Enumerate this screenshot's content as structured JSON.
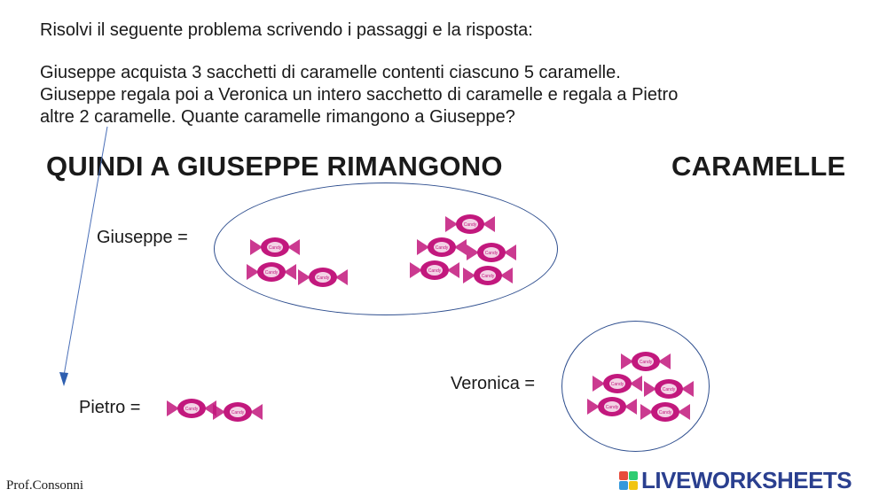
{
  "instruction": "Risolvi il seguente problema scrivendo i passaggi e la risposta:",
  "problem_text": "Giuseppe acquista 3 sacchetti di caramelle contenti ciascuno 5 caramelle.\nGiuseppe regala poi a Veronica un intero sacchetto di caramelle e regala a Pietro\naltre  2 caramelle. Quante caramelle rimangono a Giuseppe?",
  "answer": {
    "left": "QUINDI A GIUSEPPE RIMANGONO",
    "right": "CARAMELLE",
    "blank_value": ""
  },
  "labels": {
    "giuseppe": "Giuseppe  =",
    "veronica": "Veronica  =",
    "pietro": "Pietro ="
  },
  "candy_counts": {
    "giuseppe": 8,
    "veronica": 5,
    "pietro": 2
  },
  "footer": {
    "author": "Prof.Consonni",
    "logo_text": "LIVEWORKSHEETS"
  },
  "colors": {
    "candy": "#c2187d",
    "ellipse": "#2f4f8f",
    "arrow": "#4a6fb8",
    "logo_text": "#2a3f8f",
    "logo_tiles": [
      "#e74c3c",
      "#2ecc71",
      "#3498db",
      "#f1c40f"
    ]
  }
}
